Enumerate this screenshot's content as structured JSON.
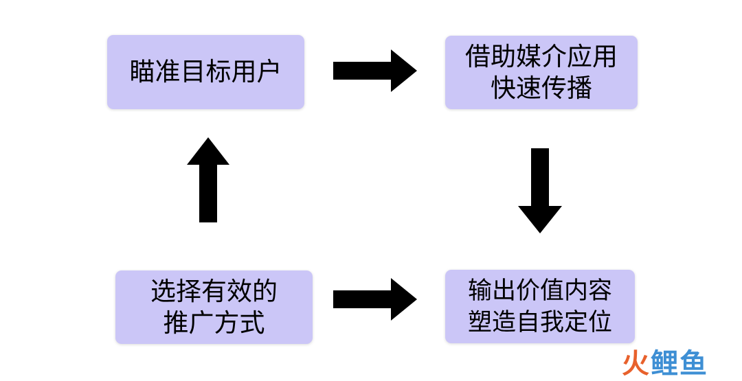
{
  "nodes": {
    "aim_target_users": {
      "lines": [
        "瞄准目标用户"
      ]
    },
    "media_spread": {
      "lines": [
        "借助媒介应用",
        "快速传播"
      ]
    },
    "output_value": {
      "lines": [
        "输出价值内容",
        "塑造自我定位"
      ]
    },
    "choose_promotion": {
      "lines": [
        "选择有效的",
        "推广方式"
      ]
    }
  },
  "colors": {
    "box_fill": "#cbc6f7",
    "arrow": "#000000"
  },
  "watermark": {
    "part1": "火",
    "part2": "鲤鱼"
  }
}
